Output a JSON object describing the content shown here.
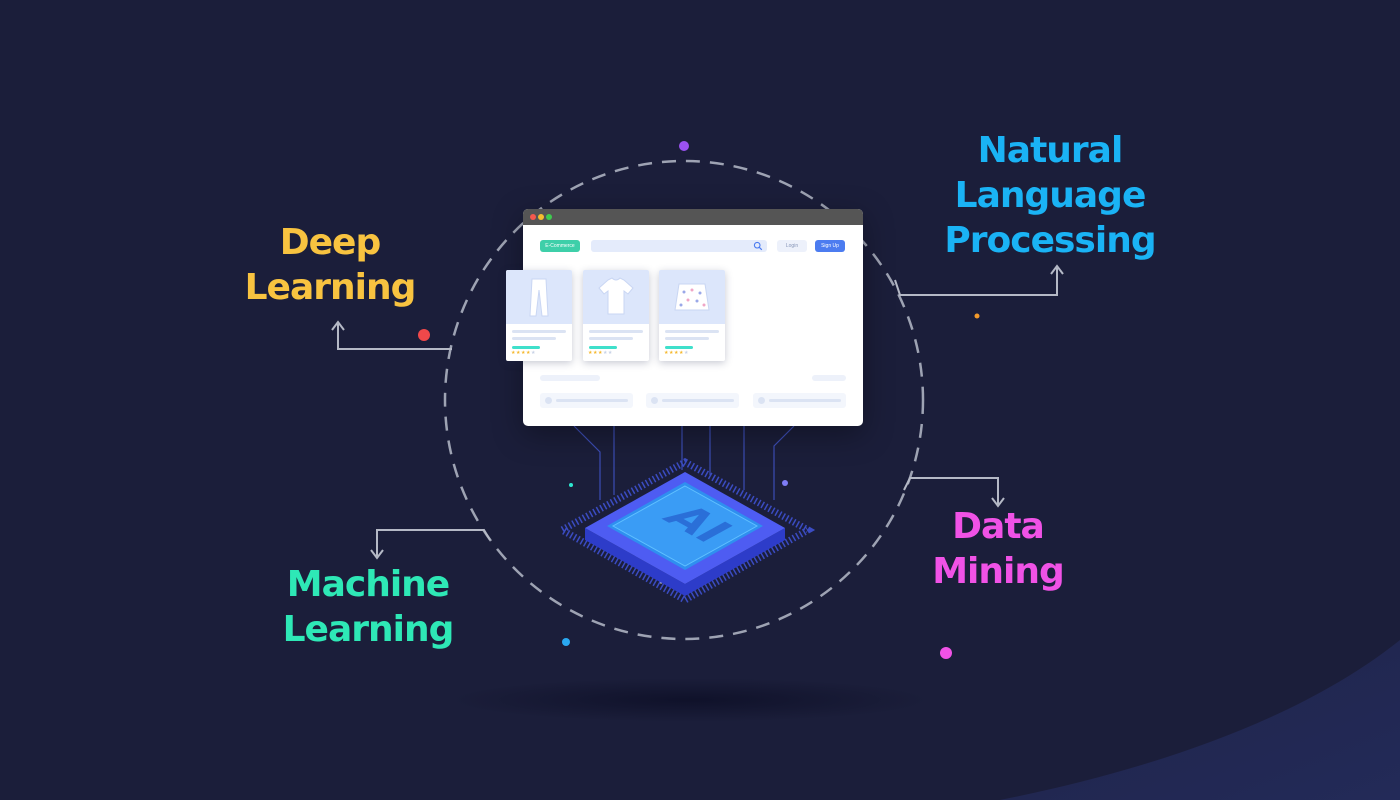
{
  "labels": {
    "deep_learning": [
      "Deep",
      "Learning"
    ],
    "nlp": [
      "Natural",
      "Language",
      "Processing"
    ],
    "machine_learning": [
      "Machine",
      "Learning"
    ],
    "data_mining": [
      "Data",
      "Mining"
    ]
  },
  "colors": {
    "background": "#1b1e3a",
    "deep_learning": "#f8c340",
    "nlp": "#1ab3f5",
    "machine_learning": "#2ee8b6",
    "data_mining": "#f052e6",
    "connector": "#b5b9c6",
    "chip": "#4a63f0"
  },
  "browser": {
    "brand_button": "E-Commerce",
    "login_button": "Login",
    "signup_button": "Sign Up",
    "products": [
      {
        "icon": "pants-icon",
        "rating": 4
      },
      {
        "icon": "tshirt-icon",
        "rating": 3
      },
      {
        "icon": "skirt-icon",
        "rating": 4
      }
    ]
  },
  "chip": {
    "text": "AI"
  }
}
